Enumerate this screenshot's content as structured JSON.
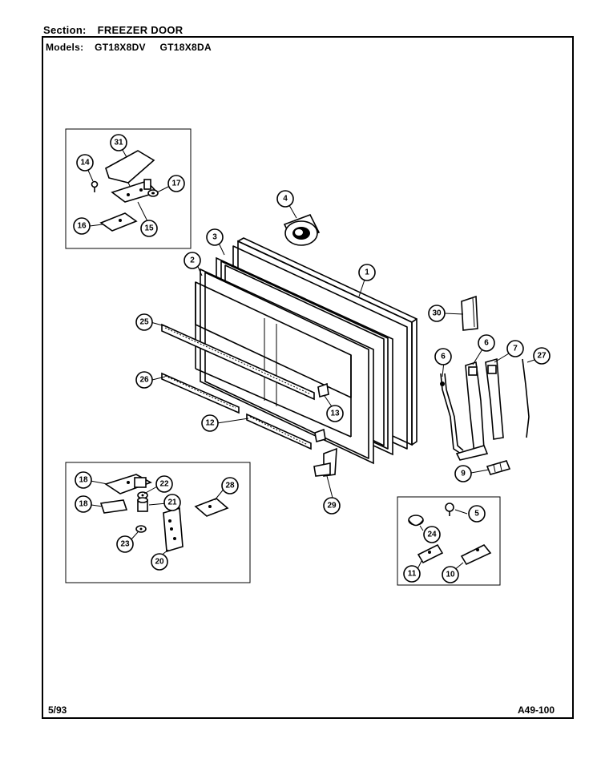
{
  "header": {
    "section_label": "Section:",
    "section_value": "FREEZER DOOR",
    "models_label": "Models:",
    "model_1": "GT18X8DV",
    "model_2": "GT18X8DA"
  },
  "footer": {
    "date": "5/93",
    "page_code": "A49-100"
  },
  "callouts": {
    "c1": "1",
    "c2": "2",
    "c3": "3",
    "c4": "4",
    "c5": "5",
    "c6a": "6",
    "c6b": "6",
    "c7": "7",
    "c9": "9",
    "c10": "10",
    "c11": "11",
    "c12": "12",
    "c13": "13",
    "c14": "14",
    "c15": "15",
    "c16": "16",
    "c17": "17",
    "c18a": "18",
    "c18b": "18",
    "c20": "20",
    "c21": "21",
    "c22": "22",
    "c23": "23",
    "c24": "24",
    "c25": "25",
    "c26": "26",
    "c27": "27",
    "c28": "28",
    "c29": "29",
    "c30": "30",
    "c31": "31"
  }
}
